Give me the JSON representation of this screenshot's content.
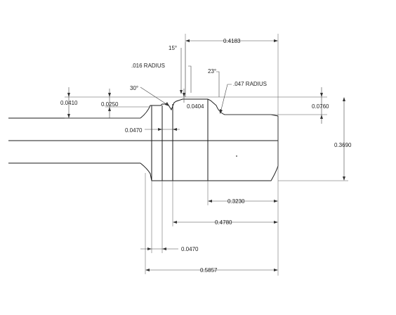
{
  "dimensions": {
    "d_0_4183": "0.4183",
    "d_15deg": "15°",
    "d_016_radius": ".016 RADIUS",
    "d_23deg": "23°",
    "d_047_radius": ".047 RADIUS",
    "d_30deg": "30°",
    "d_0_0410": "0.0410",
    "d_0_0250": "0.0250",
    "d_0_0404": "0.0404",
    "d_0_0760": "0.0760",
    "d_0_0470_top": "0.0470",
    "d_0_3690": "0.3690",
    "d_0_3230": "0.3230",
    "d_0_4780": "0.4780",
    "d_0_0470_bottom": "0.0470",
    "d_0_5857": "0.5857"
  }
}
